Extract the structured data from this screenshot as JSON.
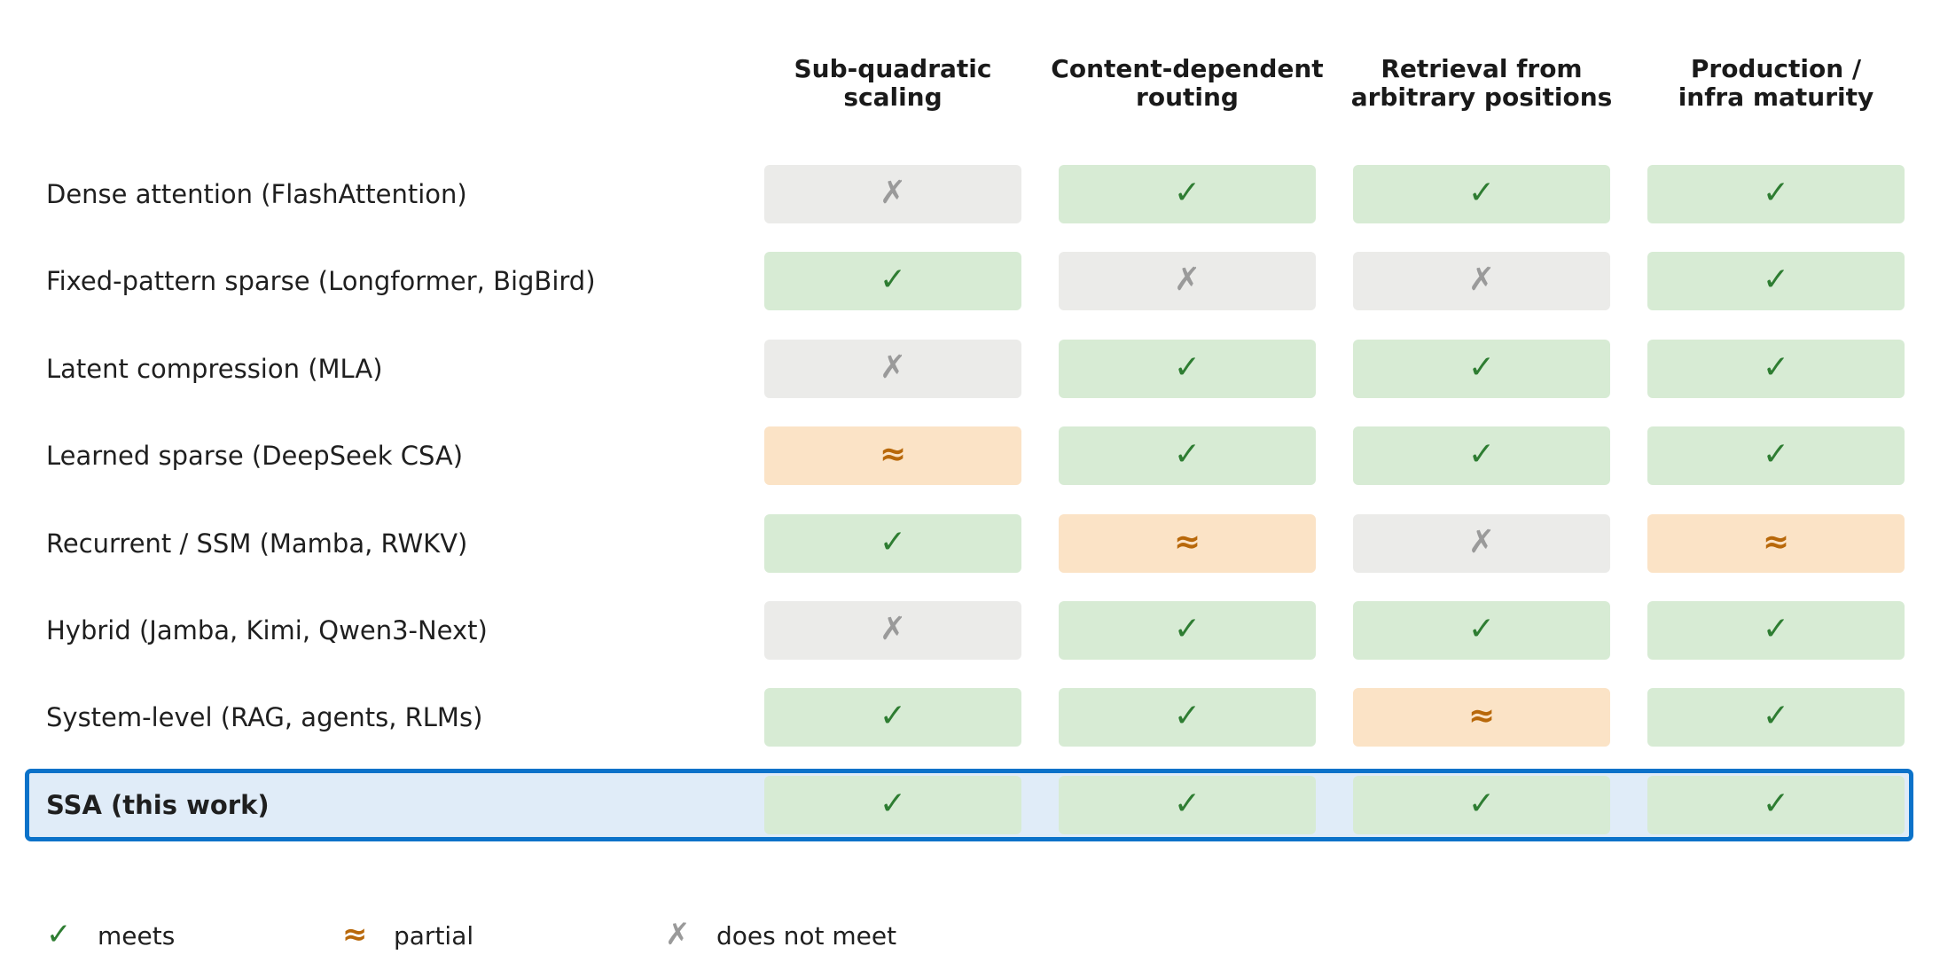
{
  "chart_data": {
    "type": "table",
    "title": "",
    "columns": [
      {
        "lines": [
          "Sub-quadratic",
          "scaling"
        ]
      },
      {
        "lines": [
          "Content-dependent",
          "routing"
        ]
      },
      {
        "lines": [
          "Retrieval from",
          "arbitrary positions"
        ]
      },
      {
        "lines": [
          "Production /",
          "infra maturity"
        ]
      }
    ],
    "rows": [
      {
        "label": "Dense attention (FlashAttention)",
        "values": [
          "no",
          "yes",
          "yes",
          "yes"
        ],
        "highlight": false
      },
      {
        "label": "Fixed-pattern sparse (Longformer, BigBird)",
        "values": [
          "yes",
          "no",
          "no",
          "yes"
        ],
        "highlight": false
      },
      {
        "label": "Latent compression (MLA)",
        "values": [
          "no",
          "yes",
          "yes",
          "yes"
        ],
        "highlight": false
      },
      {
        "label": "Learned sparse (DeepSeek CSA)",
        "values": [
          "partial",
          "yes",
          "yes",
          "yes"
        ],
        "highlight": false
      },
      {
        "label": "Recurrent / SSM (Mamba, RWKV)",
        "values": [
          "yes",
          "partial",
          "no",
          "partial"
        ],
        "highlight": false
      },
      {
        "label": "Hybrid (Jamba, Kimi, Qwen3-Next)",
        "values": [
          "no",
          "yes",
          "yes",
          "yes"
        ],
        "highlight": false
      },
      {
        "label": "System-level (RAG, agents, RLMs)",
        "values": [
          "yes",
          "yes",
          "partial",
          "yes"
        ],
        "highlight": false
      },
      {
        "label": "SSA (this work)",
        "values": [
          "yes",
          "yes",
          "yes",
          "yes"
        ],
        "highlight": true
      }
    ],
    "symbols": {
      "yes": "✓",
      "partial": "≈",
      "no": "✗"
    },
    "colors": {
      "yes_fill": "#d7ebd4",
      "yes_text": "#2e7d32",
      "partial_fill": "#fbe3c6",
      "partial_text": "#b8680a",
      "no_fill": "#ebebe9",
      "no_text": "#9a9a9a",
      "highlight_fill": "#e0ecf8",
      "highlight_border": "#0b72c9"
    },
    "legend": [
      {
        "key": "yes",
        "symbol": "✓",
        "label": "meets"
      },
      {
        "key": "partial",
        "symbol": "≈",
        "label": "partial"
      },
      {
        "key": "no",
        "symbol": "✗",
        "label": "does not meet"
      }
    ]
  }
}
